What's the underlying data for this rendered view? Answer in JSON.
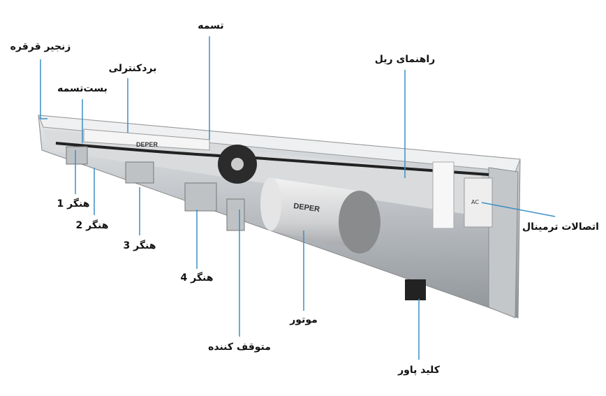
{
  "labels": {
    "belt": "تسمه",
    "pulley_chain": "زنجیر قرقره",
    "control_board": "بردکنترلی",
    "belt_clamp": "بست‌تسمه",
    "rail_guide": "راهنمای ریل",
    "terminal_connections": "اتصالات ترمینال",
    "power_switch": "کلید پاور",
    "motor": "موتور",
    "stopper": "متوقف کننده",
    "hanger_4": "هنگر 4",
    "hanger_3": "هنگر 3",
    "hanger_2": "هنگر 2",
    "hanger_1": "هنگر 1"
  },
  "device": {
    "brand": "DEPER",
    "terminal_text": "AC"
  },
  "colors": {
    "leader_line": "#3b8fc4",
    "rail": "#c9ccd0",
    "motor": "#d8d9db"
  }
}
